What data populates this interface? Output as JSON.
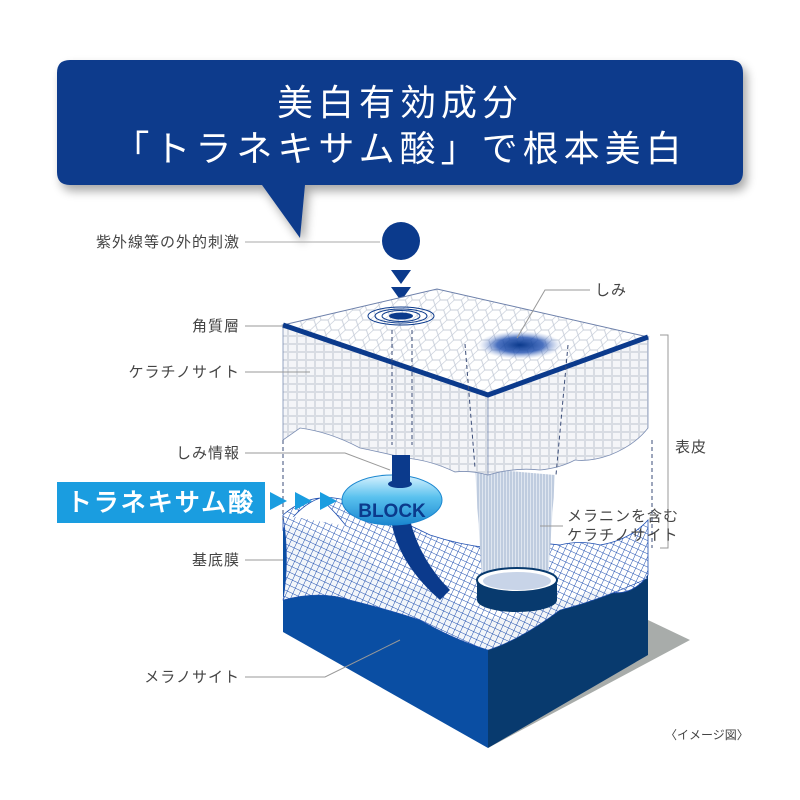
{
  "callout": {
    "title_line1": "美白有効成分",
    "title_line2": "「トラネキサム酸」で根本美白",
    "color": "#0b3a8c"
  },
  "labels": {
    "uv_stimulus": "紫外線等の外的刺激",
    "stratum_corneum": "角質層",
    "keratinocyte": "ケラチノサイト",
    "spot_info": "しみ情報",
    "basement_membrane": "基底膜",
    "melanocyte": "メラノサイト",
    "spot": "しみ",
    "epidermis": "表皮",
    "melanin_keratinocyte_line1": "メラニンを含む",
    "melanin_keratinocyte_line2": "ケラチノサイト"
  },
  "agent": {
    "name": "トラネキサム酸",
    "color": "#1a9de0",
    "block_label": "BLOCK"
  },
  "caption": "〈イメージ図〉",
  "colors": {
    "navy": "#0b3a8c",
    "base_front": "#0a4ea3",
    "base_side": "#083a6e",
    "shadow": "#a8acaa",
    "epidermis_face": "#f2f4f7",
    "grid_line": "#1f4fb0"
  }
}
